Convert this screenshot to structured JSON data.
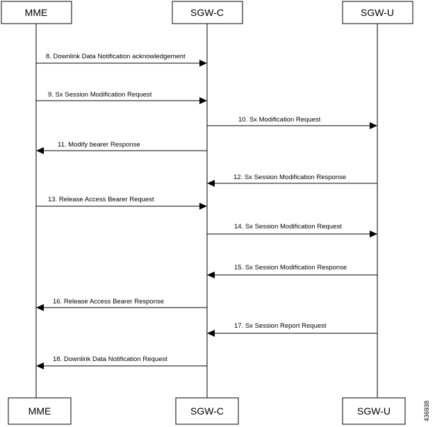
{
  "participants": [
    {
      "id": "mme",
      "label": "MME"
    },
    {
      "id": "sgwc",
      "label": "SGW-C"
    },
    {
      "id": "sgwu",
      "label": "SGW-U"
    }
  ],
  "messages": [
    {
      "label": "8. Downlink Data Notification acknowledgement",
      "from": "mme",
      "to": "sgwc"
    },
    {
      "label": "9. Sx Session Modification Request",
      "from": "mme",
      "to": "sgwc"
    },
    {
      "label": "10. Sx Modification Request",
      "from": "sgwc",
      "to": "sgwu"
    },
    {
      "label": "11. Modify bearer Response",
      "from": "sgwc",
      "to": "mme"
    },
    {
      "label": "12. Sx Session Modification Response",
      "from": "sgwu",
      "to": "sgwc"
    },
    {
      "label": "13. Release Access Bearer Request",
      "from": "mme",
      "to": "sgwc"
    },
    {
      "label": "14. Sx Session Modification Request",
      "from": "sgwc",
      "to": "sgwu"
    },
    {
      "label": "15. Sx Session Modification Response",
      "from": "sgwu",
      "to": "sgwc"
    },
    {
      "label": "16. Release Access Bearer Response",
      "from": "sgwc",
      "to": "mme"
    },
    {
      "label": "17. Sx Session Report Request",
      "from": "sgwu",
      "to": "sgwc"
    },
    {
      "label": "18. Downlink Data Notification Request",
      "from": "sgwc",
      "to": "mme"
    }
  ],
  "figure_id": "436938"
}
